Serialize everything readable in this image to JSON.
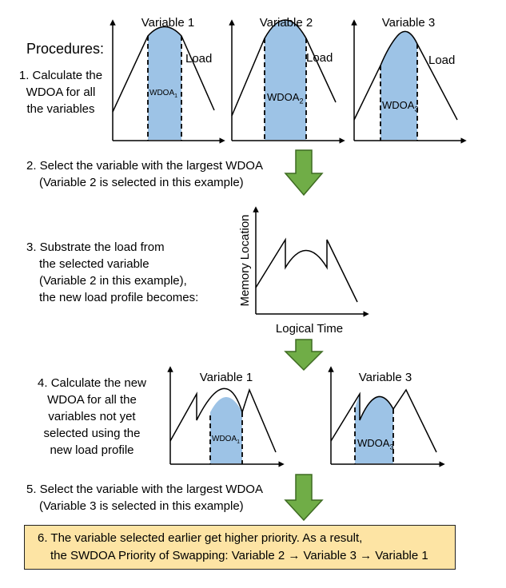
{
  "procedures_label": "Procedures:",
  "step1": {
    "line1": "1. Calculate the",
    "line2": "WDOA for all",
    "line3": "the variables"
  },
  "top_graphs": [
    {
      "title": "Variable 1",
      "load_label": "Load",
      "area_label": "WDOA",
      "area_sub": "1"
    },
    {
      "title": "Variable 2",
      "load_label": "Load",
      "area_label": "WDOA",
      "area_sub": "2"
    },
    {
      "title": "Variable 3",
      "load_label": "Load",
      "area_label": "WDOA",
      "area_sub": "3"
    }
  ],
  "step2": {
    "line1": "2. Select the variable with the largest WDOA",
    "line2": "(Variable 2 is selected in this example)"
  },
  "step3": {
    "line1": "3. Substrate the load from",
    "line2": "the selected variable",
    "line3": "(Variable 2 in this example),",
    "line4": "the new load profile becomes:"
  },
  "load_profile": {
    "ylabel": "Memory Location",
    "xlabel": "Logical Time"
  },
  "step4": {
    "line1": "4. Calculate the new",
    "line2": "WDOA for all the",
    "line3": "variables not yet",
    "line4": "selected using the",
    "line5": "new load profile"
  },
  "bottom_graphs": [
    {
      "title": "Variable 1",
      "area_label": "WDOA",
      "area_sub": "1"
    },
    {
      "title": "Variable 3",
      "area_label": "WDOA",
      "area_sub": "3"
    }
  ],
  "step5": {
    "line1": "5. Select the variable with the largest WDOA",
    "line2": "(Variable 3 is selected in this example)"
  },
  "step6": {
    "line1": "6. The variable selected earlier get higher priority. As a result,",
    "line2": "the SWDOA Priority of Swapping: Variable 2 → Variable 3 → Variable 1"
  },
  "colors": {
    "area_fill": "#9dc3e6",
    "arrow_fill": "#70ad47",
    "arrow_stroke": "#3e6b22",
    "final_box": "#fde4a4"
  }
}
